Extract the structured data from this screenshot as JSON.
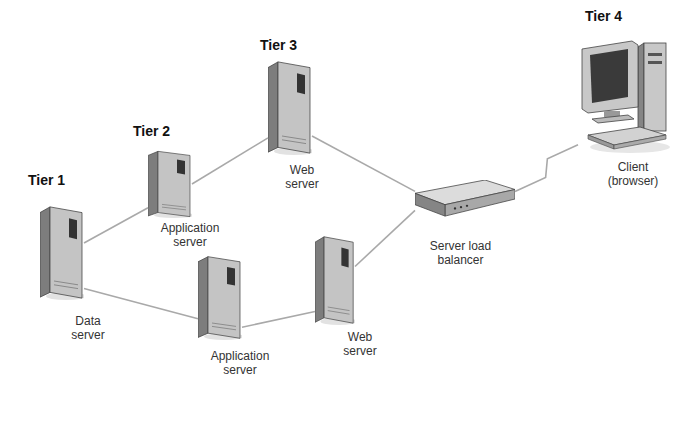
{
  "diagram": {
    "nodes": [
      {
        "text": [
          "Tier 1",
          "Data server"
        ]
      },
      {
        "text": [
          "Tier 2",
          "Application server"
        ]
      },
      {
        "text": [
          "Application server"
        ]
      },
      {
        "text": [
          "Tier 3",
          "Web server"
        ]
      },
      {
        "text": [
          "Web server"
        ]
      },
      {
        "text": [
          "Server load balancer"
        ]
      },
      {
        "text": [
          "Tier 4",
          "Client (browser)"
        ]
      }
    ],
    "edges": [
      {
        "from": 0,
        "to": 1,
        "arrow": "none"
      },
      {
        "from": 0,
        "to": 2,
        "arrow": "none"
      },
      {
        "from": 1,
        "to": 3,
        "arrow": "none"
      },
      {
        "from": 2,
        "to": 4,
        "arrow": "none"
      },
      {
        "from": 3,
        "to": 5,
        "arrow": "none"
      },
      {
        "from": 4,
        "to": 5,
        "arrow": "none"
      },
      {
        "from": 5,
        "to": 6,
        "arrow": "none"
      }
    ]
  }
}
